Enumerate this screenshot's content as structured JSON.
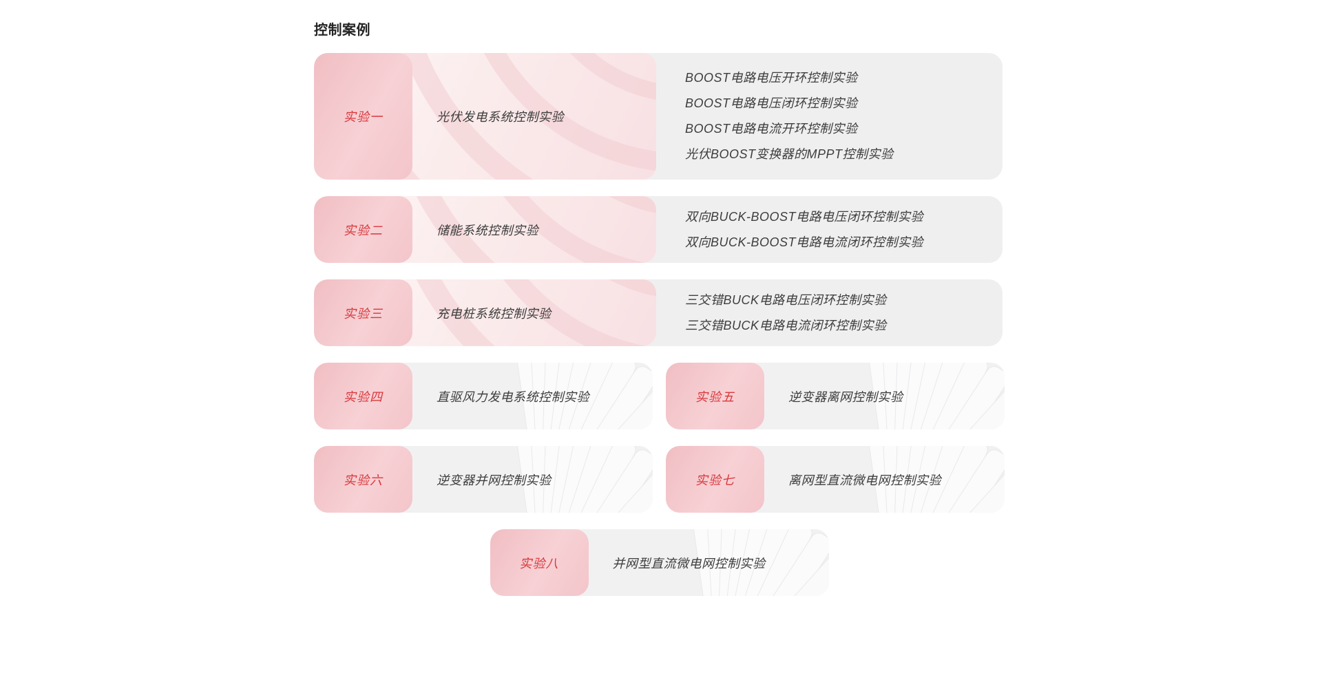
{
  "page": {
    "title": "控制案例"
  },
  "colors": {
    "accent_red": "#d9383c",
    "label_pink": "#f4c8cc",
    "card_gray": "#efeff0",
    "panel_pink": "#fbecec",
    "text_dark": "#3d3d3d"
  },
  "cards": [
    {
      "label": "实验一",
      "description": "光伏发电系统控制实验",
      "items": [
        "BOOST电路电压开环控制实验",
        "BOOST电路电压闭环控制实验",
        "BOOST电路电流开环控制实验",
        "光伏BOOST变换器的MPPT控制实验"
      ]
    },
    {
      "label": "实验二",
      "description": "储能系统控制实验",
      "items": [
        "双向BUCK-BOOST电路电压闭环控制实验",
        "双向BUCK-BOOST电路电流闭环控制实验"
      ]
    },
    {
      "label": "实验三",
      "description": "充电桩系统控制实验",
      "items": [
        "三交错BUCK电路电压闭环控制实验",
        "三交错BUCK电路电流闭环控制实验"
      ]
    },
    {
      "label": "实验四",
      "description": "直驱风力发电系统控制实验"
    },
    {
      "label": "实验五",
      "description": "逆变器离网控制实验"
    },
    {
      "label": "实验六",
      "description": "逆变器并网控制实验"
    },
    {
      "label": "实验七",
      "description": "离网型直流微电网控制实验"
    },
    {
      "label": "实验八",
      "description": "并网型直流微电网控制实验"
    }
  ]
}
